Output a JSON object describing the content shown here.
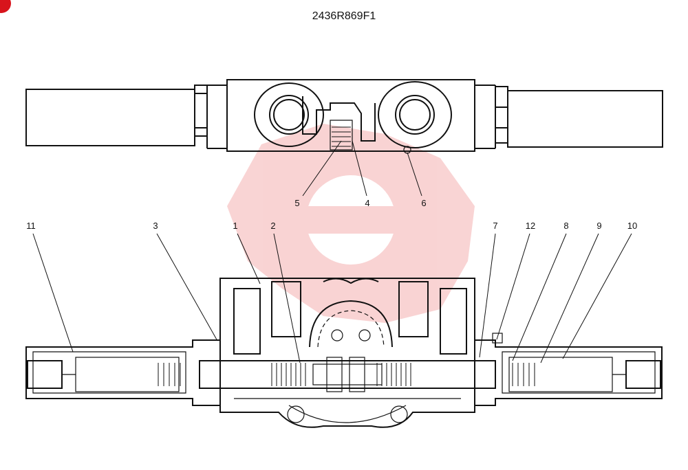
{
  "drawing_code": "2436R869F1",
  "callouts": {
    "c1": "1",
    "c2": "2",
    "c3": "3",
    "c4": "4",
    "c5": "5",
    "c6": "6",
    "c7": "7",
    "c8": "8",
    "c9": "9",
    "c10": "10",
    "c11": "11",
    "c12": "12"
  },
  "watermark_color": "#f2a0a0",
  "corner_badge_color": "#d8141c"
}
